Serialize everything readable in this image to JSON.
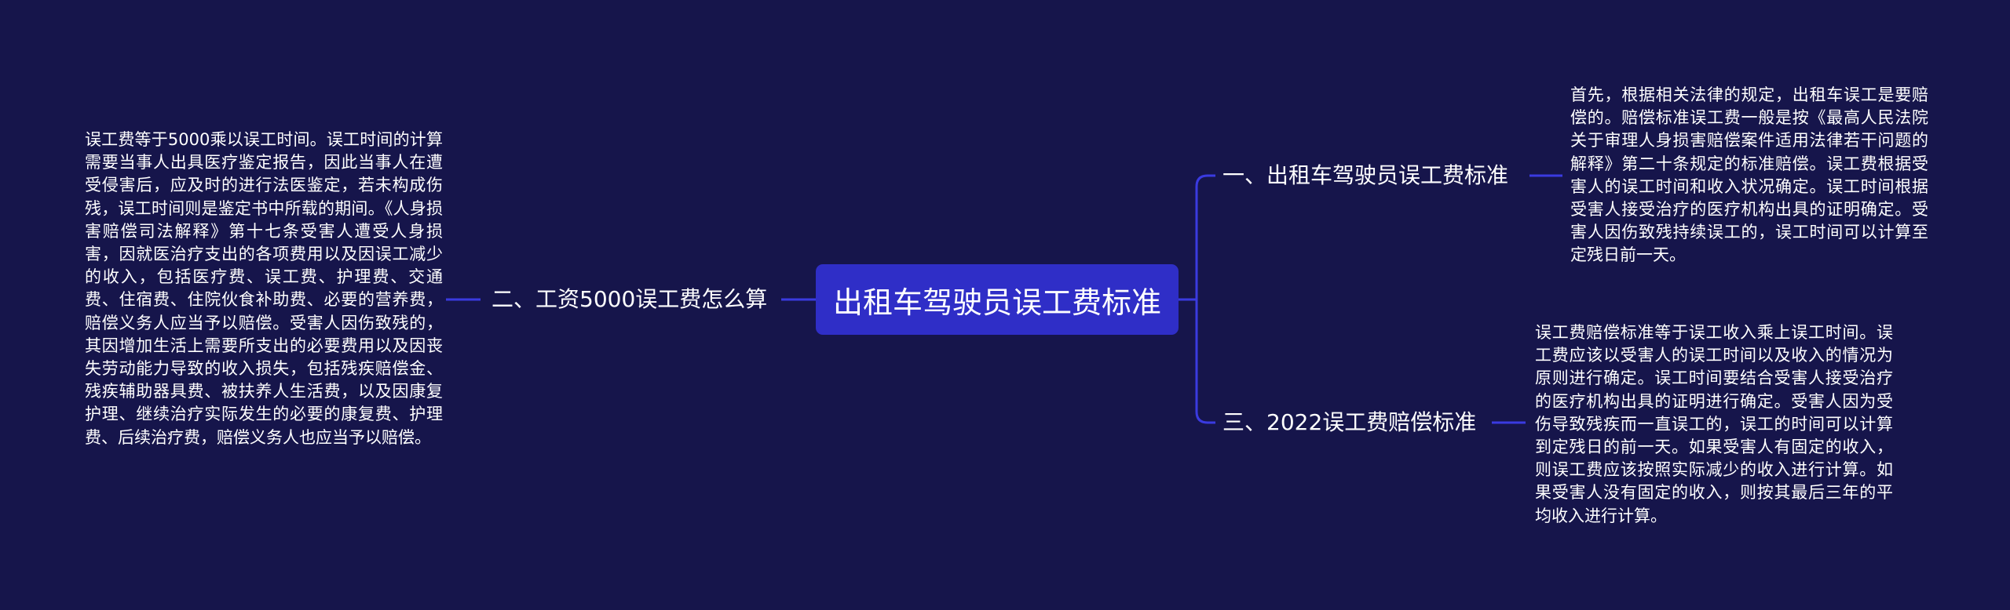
{
  "root": {
    "title": "出租车驾驶员误工费标准"
  },
  "branches": [
    {
      "label": "一、出租车驾驶员误工费标准",
      "detail": "首先，根据相关法律的规定，出租车误工是要赔偿的。赔偿标准误工费一般是按《最高人民法院关于审理人身损害赔偿案件适用法律若干问题的解释》第二十条规定的标准赔偿。误工费根据受害人的误工时间和收入状况确定。误工时间根据受害人接受治疗的医疗机构出具的证明确定。受害人因伤致残持续误工的，误工时间可以计算至定残日前一天。"
    },
    {
      "label": "二、工资5000误工费怎么算",
      "detail": "误工费等于5000乘以误工时间。误工时间的计算需要当事人出具医疗鉴定报告，因此当事人在遭受侵害后，应及时的进行法医鉴定，若未构成伤残，误工时间则是鉴定书中所载的期间。《人身损害赔偿司法解释》第十七条受害人遭受人身损害，因就医治疗支出的各项费用以及因误工减少的收入，包括医疗费、误工费、护理费、交通费、住宿费、住院伙食补助费、必要的营养费，赔偿义务人应当予以赔偿。受害人因伤致残的，其因增加生活上需要所支出的必要费用以及因丧失劳动能力导致的收入损失，包括残疾赔偿金、残疾辅助器具费、被扶养人生活费，以及因康复护理、继续治疗实际发生的必要的康复费、护理费、后续治疗费，赔偿义务人也应当予以赔偿。"
    },
    {
      "label": "三、2022误工费赔偿标准",
      "detail": "误工费赔偿标准等于误工收入乘上误工时间。误工费应该以受害人的误工时间以及收入的情况为原则进行确定。误工时间要结合受害人接受治疗的医疗机构出具的证明进行确定。受害人因为受伤导致残疾而一直误工的，误工的时间可以计算到定残日的前一天。如果受害人有固定的收入，则误工费应该按照实际减少的收入进行计算。如果受害人没有固定的收入，则按其最后三年的平均收入进行计算。"
    }
  ],
  "colors": {
    "background": "#16154b",
    "root_fill": "#2f2ec7",
    "connector": "#3a3ae0",
    "text": "#ffffff"
  }
}
